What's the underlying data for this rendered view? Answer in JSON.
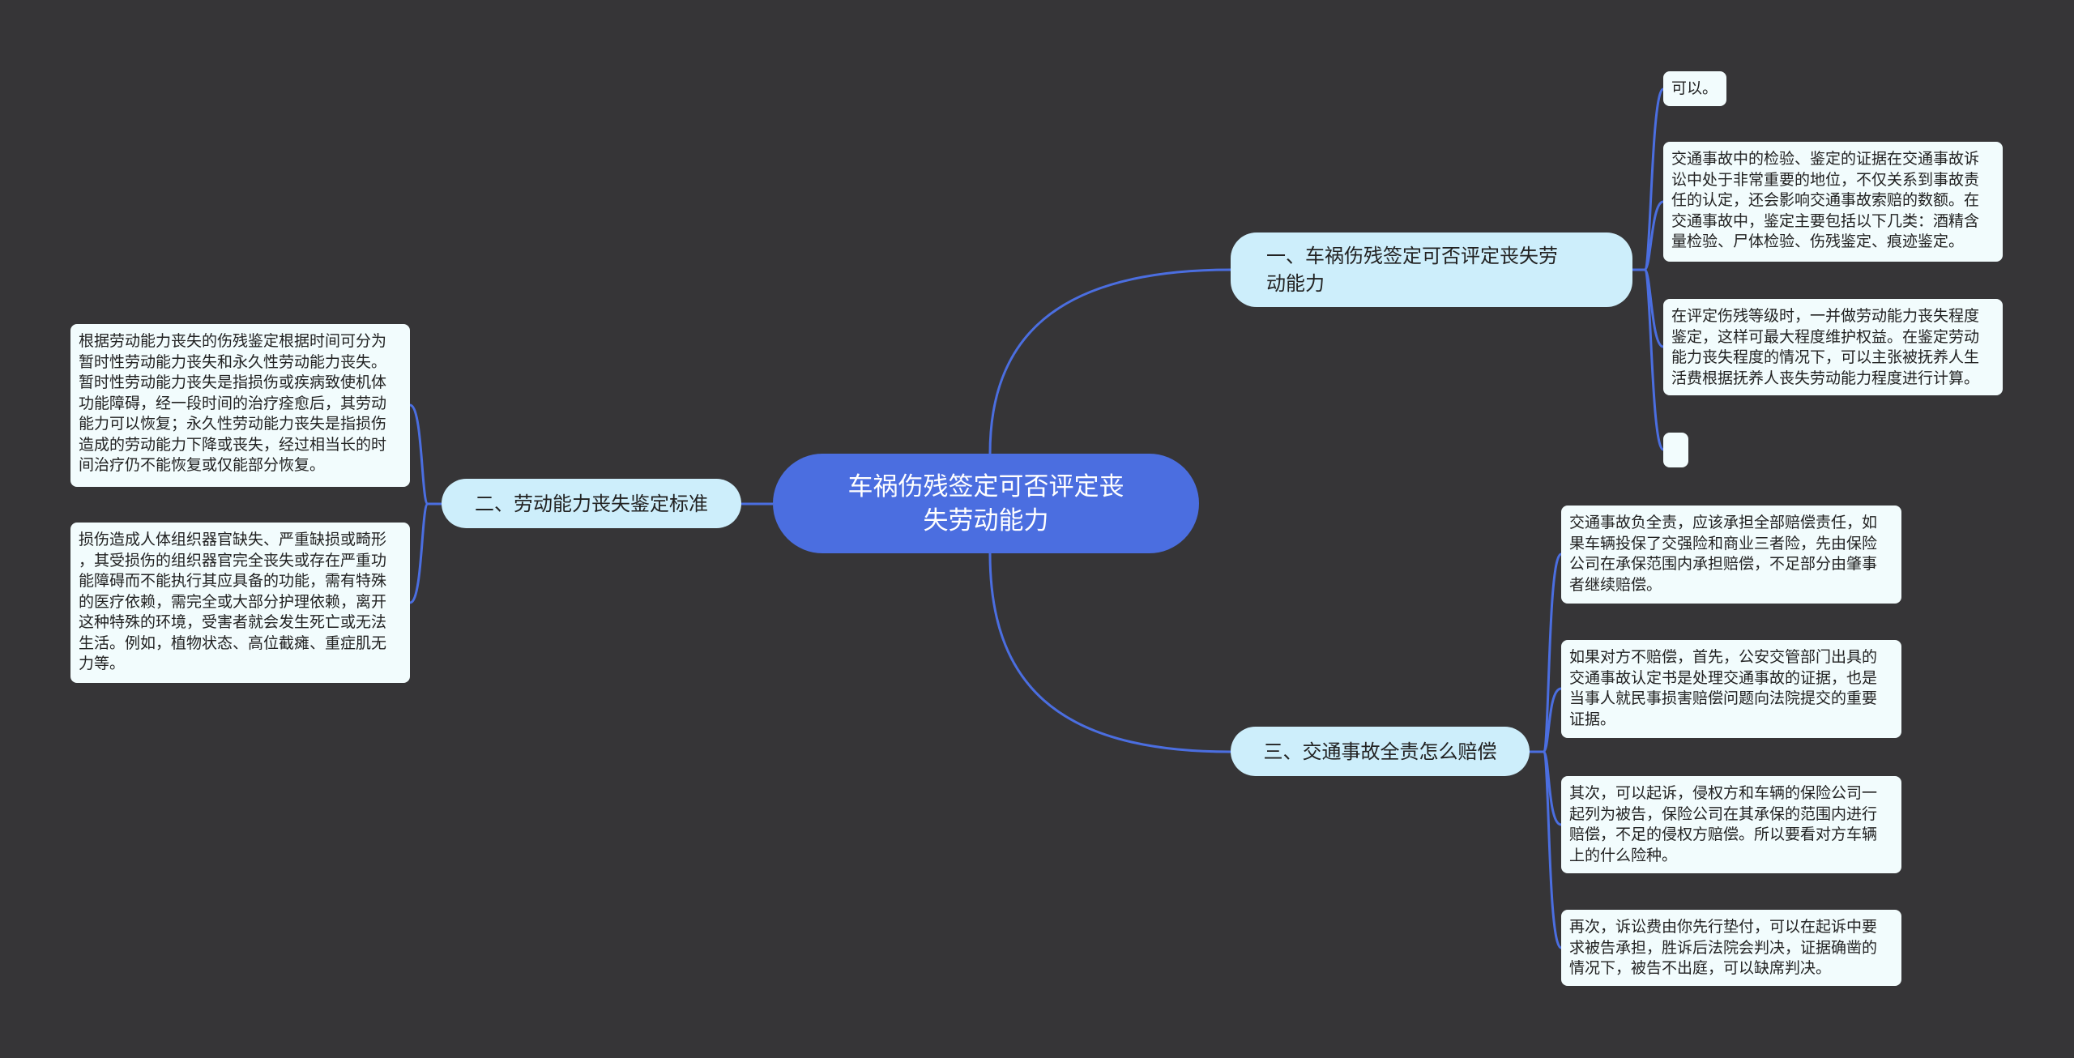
{
  "root": {
    "text": "车祸伤残签定可否评定丧\n失劳动能力"
  },
  "branches": [
    {
      "text": "一、车祸伤残签定可否评定丧失劳\n动能力",
      "leaves": [
        "可以。",
        "交通事故中的检验、鉴定的证据在交通事故诉\n讼中处于非常重要的地位，不仅关系到事故责\n任的认定，还会影响交通事故索赔的数额。在\n交通事故中，鉴定主要包括以下几类：酒精含\n量检验、尸体检验、伤残鉴定、痕迹鉴定。",
        "在评定伤残等级时，一并做劳动能力丧失程度\n鉴定，这样可最大程度维护权益。在鉴定劳动\n能力丧失程度的情况下，可以主张被抚养人生\n活费根据抚养人丧失劳动能力程度进行计算。",
        ""
      ]
    },
    {
      "text": "二、劳动能力丧失鉴定标准",
      "leaves": [
        "根据劳动能力丧失的伤残鉴定根据时间可分为\n暂时性劳动能力丧失和永久性劳动能力丧失。\n暂时性劳动能力丧失是指损伤或疾病致使机体\n功能障碍，经一段时间的治疗痊愈后，其劳动\n能力可以恢复；永久性劳动能力丧失是指损伤\n造成的劳动能力下降或丧失，经过相当长的时\n间治疗仍不能恢复或仅能部分恢复。",
        "损伤造成人体组织器官缺失、严重缺损或畸形\n，其受损伤的组织器官完全丧失或存在严重功\n能障碍而不能执行其应具备的功能，需有特殊\n的医疗依赖，需完全或大部分护理依赖，离开\n这种特殊的环境，受害者就会发生死亡或无法\n生活。例如，植物状态、高位截瘫、重症肌无\n力等。"
      ]
    },
    {
      "text": "三、交通事故全责怎么赔偿",
      "leaves": [
        "交通事故负全责，应该承担全部赔偿责任，如\n果车辆投保了交强险和商业三者险，先由保险\n公司在承保范围内承担赔偿，不足部分由肇事\n者继续赔偿。",
        "如果对方不赔偿，首先，公安交管部门出具的\n交通事故认定书是处理交通事故的证据，也是\n当事人就民事损害赔偿问题向法院提交的重要\n证据。",
        "其次，可以起诉，侵权方和车辆的保险公司一\n起列为被告，保险公司在其承保的范围内进行\n赔偿，不足的侵权方赔偿。所以要看对方车辆\n上的什么险种。",
        "再次，诉讼费由你先行垫付，可以在起诉中要\n求被告承担，胜诉后法院会判决，证据确凿的\n情况下，被告不出庭，可以缺席判决。"
      ]
    }
  ],
  "colors": {
    "background": "#363537",
    "root": "#4b6ee0",
    "branch": "#cdeefb",
    "leaf": "#f2fcfd",
    "edge": "#4b6ee0"
  }
}
